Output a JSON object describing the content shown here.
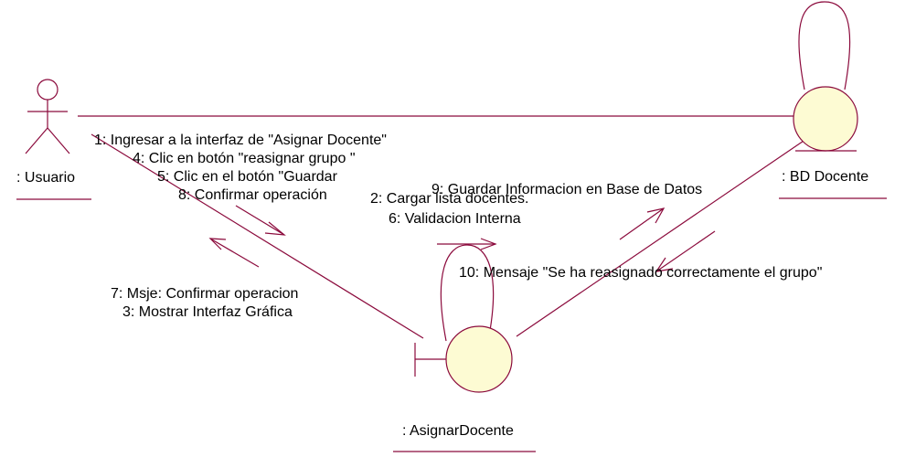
{
  "diagram": {
    "type": "uml-collaboration-diagram",
    "colors": {
      "line": "#8b0a3c",
      "object_fill": "#fdfbd3",
      "text": "#000000"
    },
    "objects": {
      "usuario": {
        "label": ": Usuario",
        "kind": "actor"
      },
      "bd_docente": {
        "label": ": BD Docente",
        "kind": "entity"
      },
      "asignar_docente": {
        "label": ": AsignarDocente",
        "kind": "boundary"
      }
    },
    "messages": {
      "m1": "1: Ingresar a la interfaz de \"Asignar Docente\"",
      "m4": "4: Clic en botón \"reasignar grupo \"",
      "m5": "5: Clic en el botón \"Guardar",
      "m8": "8: Confirmar operación",
      "m2": "2: Cargar lista docentes.",
      "m6": "6: Validacion Interna",
      "m9": "9: Guardar Informacion en Base de Datos",
      "m10": "10: Mensaje \"Se ha reasignado correctamente el grupo\"",
      "m7": "7: Msje: Confirmar operacion",
      "m3": "3: Mostrar Interfaz Gráfica"
    }
  }
}
